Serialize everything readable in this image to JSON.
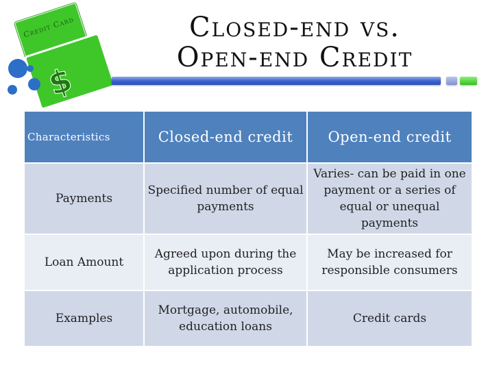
{
  "logo": {
    "card_text": "Credit Card",
    "symbol": "$",
    "card_color": "#3fc72a",
    "dot_color": "#2d6ec8"
  },
  "title": {
    "line1": "Closed-end vs.",
    "line2": "Open-end Credit"
  },
  "colors": {
    "header_bg": "#4f81bd",
    "row_dark": "#d0d8e8",
    "row_light": "#e9edf4",
    "rule_bar": "#3b5fcf",
    "rule_accent": "#33c21b"
  },
  "table": {
    "headers": [
      "Characteristics",
      "Closed-end credit",
      "Open-end credit"
    ],
    "rows": [
      [
        "Payments",
        "Specified number of equal payments",
        "Varies- can be paid in one payment or a series of equal or unequal payments"
      ],
      [
        "Loan Amount",
        "Agreed upon during the application process",
        "May be increased for responsible consumers"
      ],
      [
        "Examples",
        "Mortgage, automobile, education loans",
        "Credit cards"
      ]
    ]
  }
}
